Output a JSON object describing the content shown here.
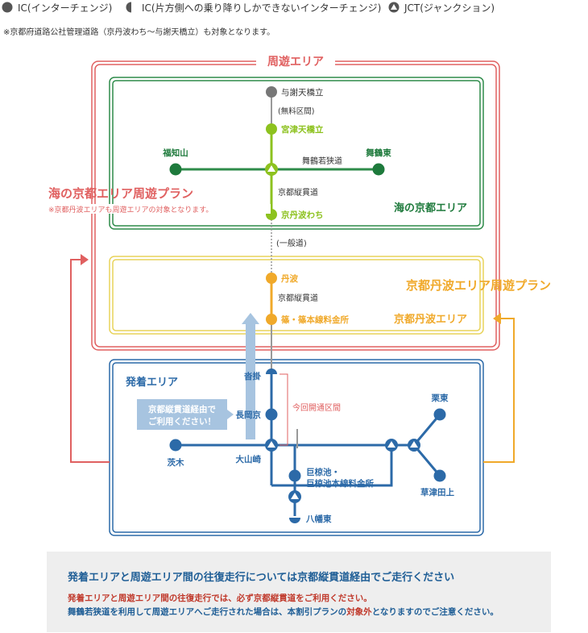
{
  "legend": {
    "full_ic": "IC(インターチェンジ)",
    "half_ic": "IC(片方側への乗り降りしかできないインターチェンジ)",
    "jct": "JCT(ジャンクション)"
  },
  "note_top": "※京都府道路公社管理道路（京丹波わち〜与謝天橋立）も対象となります。",
  "areas": {
    "shuyu": "周遊エリア",
    "umi": "海の京都エリア",
    "tanba": "京都丹波エリア",
    "hatchaku": "発着エリア"
  },
  "plans": {
    "umi_plan": "海の京都エリア周遊プラン",
    "umi_plan_note": "※京都丹波エリアも周遊エリアの対象となります。",
    "tanba_plan": "京都丹波エリア周遊プラン"
  },
  "stations": {
    "yosano": "与謝天橋立",
    "muryo": "(無料区間)",
    "miyazu": "宮津天橋立",
    "fukuchiyama": "福知山",
    "maizuruhigashi": "舞鶴東",
    "maizuru_road": "舞鶴若狭道",
    "jukan1": "京都縦貫道",
    "kyotanbawachi": "京丹波わち",
    "ippan": "(一般道)",
    "tanba": "丹波",
    "jukan2": "京都縦貫道",
    "sasayama": "篠・篠本線料金所",
    "kutsukake": "沓掛",
    "nagaokakyo": "長岡京",
    "oyamazaki": "大山崎",
    "ibaraki": "茨木",
    "kurisu": "栗東",
    "kusatsutagami": "草津田上",
    "ogura1": "巨椋池・",
    "ogura2": "巨椋池本線料金所",
    "yawatahigashi": "八幡東",
    "kaitsu": "今回開通区間"
  },
  "bubble": {
    "line1": "京都縦貫道経由で",
    "line2": "ご利用ください！"
  },
  "notice": {
    "title": "発着エリアと周遊エリア間の往復走行については京都縦貫道経由でご走行ください",
    "line1": "発着エリアと周遊エリア間の往復走行では、必ず京都縦貫道をご利用ください。",
    "line2a": "舞鶴若狭道を利用して周遊エリアへご走行された場合は、本割引プランの",
    "line2b": "対象外",
    "line2c": "となりますのでご注意ください。"
  },
  "colors": {
    "red": "#e06060",
    "green": "#2e8b4a",
    "dark_green": "#1e7a3c",
    "light_green": "#8dc21f",
    "orange": "#f0a92a",
    "blue": "#2c6aa8",
    "gray": "#777777",
    "light_blue": "#a7c4e0"
  }
}
